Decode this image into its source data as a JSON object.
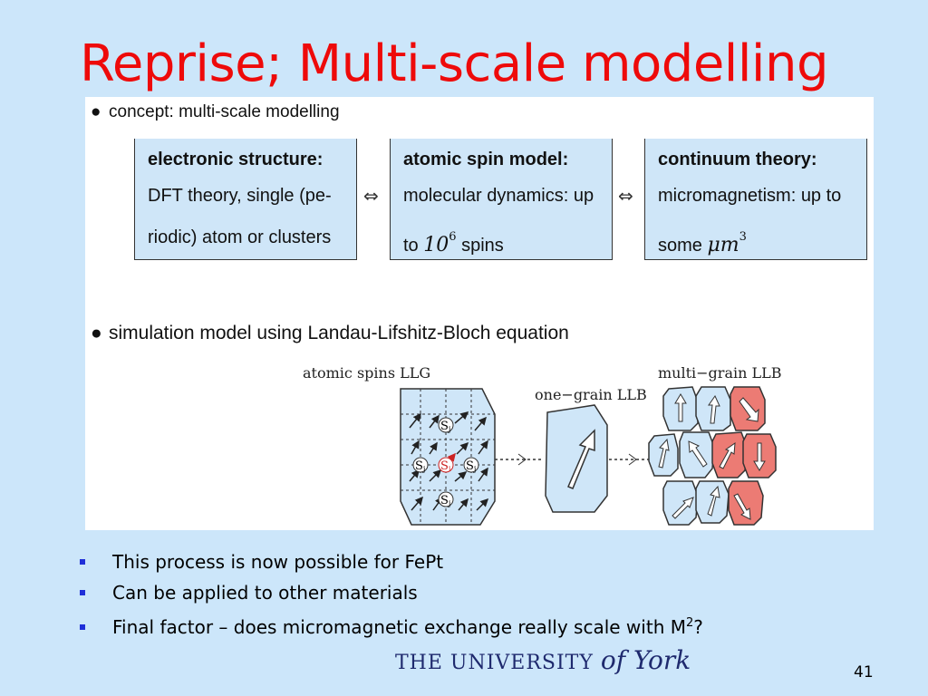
{
  "slide": {
    "title": "Reprise; Multi-scale modelling",
    "page_number": "41"
  },
  "panel": {
    "bullet1": "concept: multi-scale modelling",
    "bullet2": "simulation model using Landau-Lifshitz-Bloch equation",
    "equiv_symbol": "⇔",
    "boxes": [
      {
        "heading": "electronic structure:",
        "line1": "DFT theory, single (pe-",
        "line2": "riodic) atom or clusters"
      },
      {
        "heading": "atomic spin model:",
        "line1": "molecular dynamics: up",
        "line2_pre": "to",
        "line2_math": "10",
        "line2_sup": "6",
        "line2_post": "spins"
      },
      {
        "heading": "continuum theory:",
        "line1": "micromagnetism: up to",
        "line2_pre": "some",
        "line2_math": "μm",
        "line2_sup": "3"
      }
    ],
    "diagram": {
      "label_atomic": "atomic spins LLG",
      "label_one_grain": "one−grain LLB",
      "label_multi_grain": "multi−grain LLB",
      "spin_si": "S",
      "spin_sub_i": "i",
      "spin_sub_j": "j"
    }
  },
  "bullets": [
    {
      "text": "This process is now possible for FePt"
    },
    {
      "text": "Can be applied to other materials"
    },
    {
      "text_pre": "Final factor – does micromagnetic exchange really scale with M",
      "sup": "2",
      "text_post": "?"
    }
  ],
  "logo": {
    "the": "THE",
    "university": "UNIVERSITY",
    "of_york": "of York"
  },
  "colors": {
    "background": "#cce6fa",
    "title": "#ee0a0a",
    "box_fill": "#cfe6f8",
    "grain_blue": "#cfe6f8",
    "grain_red": "#ec7b74",
    "bullet_square": "#1f2fd8",
    "logo": "#1f2a6e"
  }
}
